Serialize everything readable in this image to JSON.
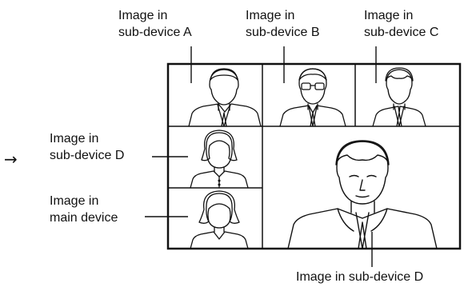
{
  "labels": {
    "sub_a": [
      "Image in",
      "sub-device A"
    ],
    "sub_b": [
      "Image in",
      "sub-device B"
    ],
    "sub_c": [
      "Image in",
      "sub-device C"
    ],
    "sub_d_left": [
      "Image in",
      "sub-device D"
    ],
    "main": [
      "Image in",
      "main device"
    ],
    "sub_d_bottom": "Image in sub-device D"
  },
  "arrow_glyph": "→"
}
